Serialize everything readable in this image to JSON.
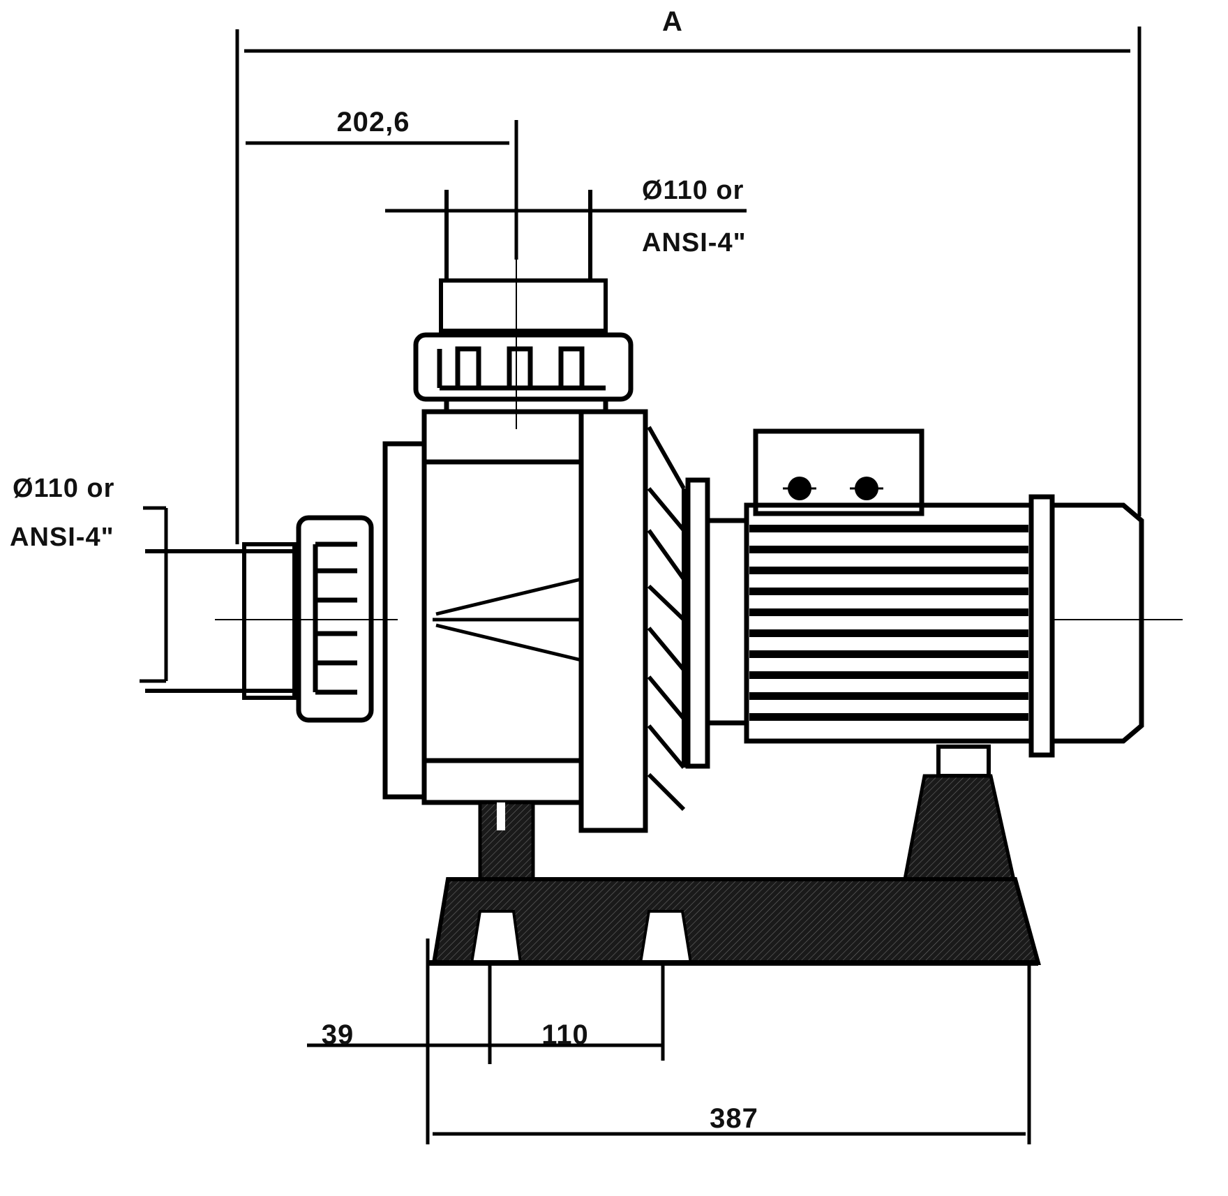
{
  "drawing": {
    "labels": {
      "overall_length": "A",
      "outlet_offset": "202,6",
      "outlet_connection_line1": "Ø110 or",
      "outlet_connection_line2": "ANSI-4\"",
      "inlet_connection_line1": "Ø110 or",
      "inlet_connection_line2": "ANSI-4\"",
      "bolt_offset": "39",
      "bolt_spacing": "110",
      "base_length": "387"
    },
    "colors": {
      "line": "#000000",
      "hatch": "#1a1a1a",
      "background": "#ffffff"
    }
  }
}
